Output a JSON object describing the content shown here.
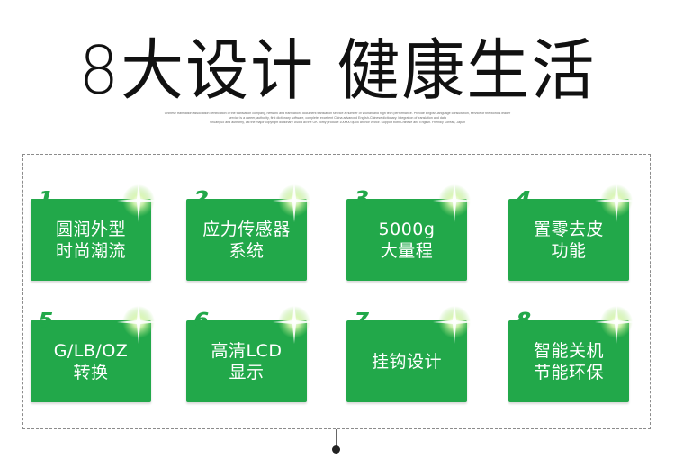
{
  "headline": "8大设计  健康生活",
  "fine_print": [
    "Chinese translation association certification of the translation company, network and translation, document translation service a number of Wuhan and high tech performance. Provide English-language consultation, service of the world's leader",
    "service is a career, authority, first dictionary software, complete, excellent China advanced English-Chinese dictionary. Integration of translation and data",
    "Shuanguo and authority, 1st the major copyright dictionary. Avoid all the OK portly produce 100000 quick anchor vector. Support both Chinese and English. Friendly Korean, Japan"
  ],
  "features": [
    {
      "number": "1",
      "lines": [
        "圆润外型",
        "时尚潮流"
      ]
    },
    {
      "number": "2",
      "lines": [
        "应力传感器",
        "系统"
      ]
    },
    {
      "number": "3",
      "lines": [
        "5000g",
        "大量程"
      ]
    },
    {
      "number": "4",
      "lines": [
        "置零去皮",
        "功能"
      ]
    },
    {
      "number": "5",
      "lines": [
        "G/LB/OZ",
        "转换"
      ]
    },
    {
      "number": "6",
      "lines": [
        "高清LCD",
        "显示"
      ]
    },
    {
      "number": "7",
      "lines": [
        "挂钩设计"
      ]
    },
    {
      "number": "8",
      "lines": [
        "智能关机",
        "节能环保"
      ]
    }
  ],
  "colors": {
    "card": "#22a84a",
    "text": "#111111",
    "frame": "#8c8c8c"
  }
}
